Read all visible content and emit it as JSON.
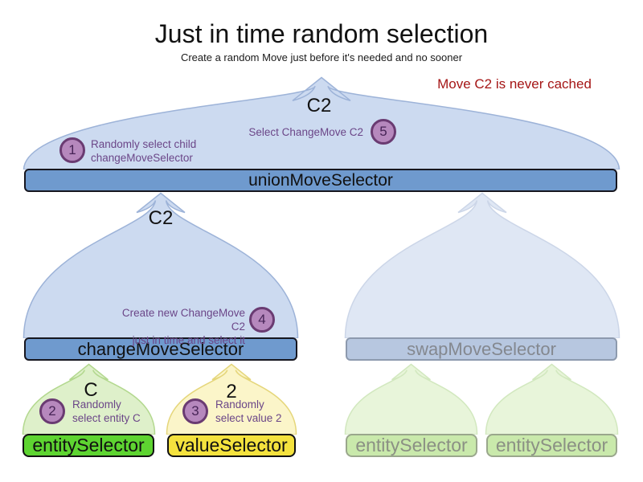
{
  "title": "Just in time random selection",
  "subtitle": "Create a random Move just before it's needed and no sooner",
  "note": "Move C2 is never cached",
  "selectors": {
    "union": {
      "label": "unionMoveSelector",
      "output": "C2"
    },
    "change": {
      "label": "changeMoveSelector",
      "output": "C2"
    },
    "swap": {
      "label": "swapMoveSelector"
    },
    "entity": {
      "label": "entitySelector",
      "output": "C"
    },
    "value": {
      "label": "valueSelector",
      "output": "2"
    },
    "entity_faded_1": {
      "label": "entitySelector"
    },
    "entity_faded_2": {
      "label": "entitySelector"
    }
  },
  "steps": [
    {
      "number": "1",
      "line1": "Randomly select child",
      "line2": "changeMoveSelector"
    },
    {
      "number": "2",
      "line1": "Randomly",
      "line2": "select entity C"
    },
    {
      "number": "3",
      "line1": "Randomly",
      "line2": "select value 2"
    },
    {
      "number": "4",
      "line1": "Create new ChangeMove C2",
      "line2": "just in time and select it"
    },
    {
      "number": "5",
      "line1": "Select ChangeMove C2",
      "line2": ""
    }
  ],
  "colors": {
    "funnel_blue": "#ccdaf0",
    "funnel_blue_border": "#9db3d8",
    "funnel_blue_faded": "#dfe7f4",
    "funnel_blue_faded_border": "#ccd6e8",
    "bar_blue": "#6f9ace",
    "bar_blue_border": "#16161f",
    "bar_blue_faded": "#b7c7e0",
    "bar_blue_faded_border": "#8d9aae",
    "funnel_green": "#def0ca",
    "funnel_green_border": "#b3d88f",
    "bar_green": "#5ed431",
    "funnel_yellow": "#fbf5c9",
    "funnel_yellow_border": "#e5d67b",
    "bar_yellow": "#f4e23e",
    "bar_dark_border": "#111111",
    "funnel_green_faded": "#e8f5da",
    "funnel_green_faded_border": "#d2e8bf",
    "bar_green_faded": "#c9e9ab",
    "bar_green_faded_border": "#9aa78c",
    "faded_text": "#8b9084",
    "faded_blue_text": "#84888f",
    "step_circle_fill": "#b688bd",
    "step_circle_border": "#6a3b72",
    "step_text": "#6b4688",
    "note_red": "#a51616"
  }
}
